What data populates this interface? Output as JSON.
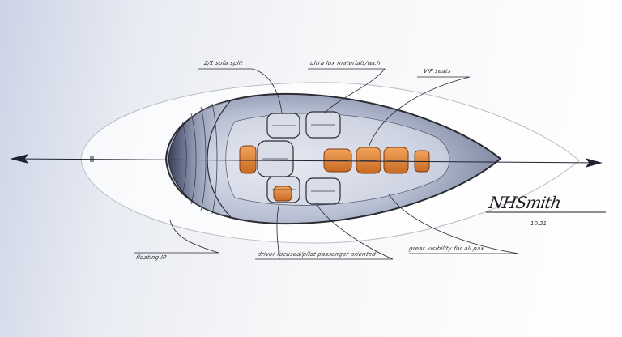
{
  "callouts": {
    "seats_split": "2/1 sofa split",
    "materials": "ultra lux materials/tech",
    "vip_seats": "VIP seats",
    "floating_ip": "floating IP",
    "driver_passenger": "driver focused/pilot passenger oriented",
    "visibility": "great visibility for all pax"
  },
  "signature": {
    "name": "NHSmith",
    "date": "10.21"
  },
  "colors": {
    "body_outline": "#2b2b33",
    "glass_tint": "#8f9ab6",
    "seat_accent": "#e08a3c",
    "background_tint": "#c9d1e6"
  }
}
